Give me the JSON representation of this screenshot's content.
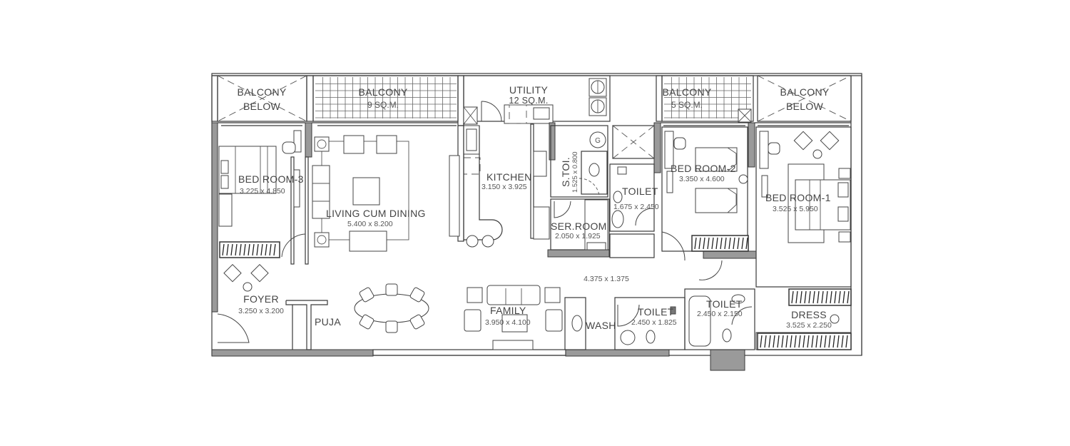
{
  "plan": {
    "title": "Apartment Floor Plan",
    "rooms": {
      "balcony_below_left": {
        "label": "BALCONY",
        "label2": "BELOW"
      },
      "balcony_9": {
        "label": "BALCONY",
        "area": "9 SQ.M."
      },
      "utility": {
        "label": "UTILITY",
        "area": "12 SQ.M."
      },
      "balcony_5": {
        "label": "BALCONY",
        "area": "5 SQ.M."
      },
      "balcony_below_right": {
        "label": "BALCONY",
        "label2": "BELOW"
      },
      "bedroom_3": {
        "label": "BED ROOM-3",
        "dims": "3.225 x 4.850"
      },
      "living_dining": {
        "label": "LIVING CUM DINING",
        "dims": "5.400 x 8.200"
      },
      "kitchen": {
        "label": "KITCHEN",
        "dims": "3.150 x 3.925"
      },
      "s_toilet": {
        "label": "S.TOI.",
        "dims": "1.525 x 0.800"
      },
      "ser_room": {
        "label": "SER.ROOM",
        "dims": "2.050 x 1.925"
      },
      "toilet_a": {
        "label": "TOILET",
        "dims": "1.675 x 2.450"
      },
      "bedroom_2": {
        "label": "BED ROOM-2",
        "dims": "3.350 x 4.600"
      },
      "bedroom_1": {
        "label": "BED ROOM-1",
        "dims": "3.525 x 5.950"
      },
      "foyer": {
        "label": "FOYER",
        "dims": "3.250 x 3.200"
      },
      "puja": {
        "label": "PUJA"
      },
      "family": {
        "label": "FAMILY",
        "dims": "3.950 x 4.100"
      },
      "passage": {
        "dims": "4.375 x 1.375"
      },
      "wash": {
        "label": "WASH"
      },
      "toilet_b": {
        "label": "TOILET",
        "dims": "2.450 x 1.825"
      },
      "toilet_c": {
        "label": "TOILET",
        "dims": "2.450 x 2.150"
      },
      "dress": {
        "label": "DRESS",
        "dims": "3.525 x 2.250"
      }
    },
    "symbols": {
      "gas": "G"
    },
    "colors": {
      "wall_fill": "#9a9a9a",
      "line": "#3a3a3a",
      "background": "#ffffff"
    }
  }
}
